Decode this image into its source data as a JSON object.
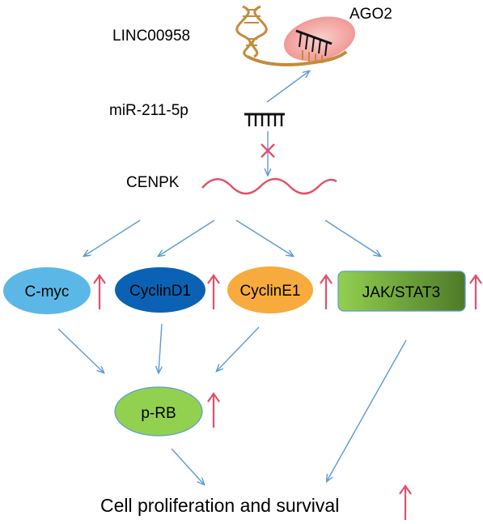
{
  "labels": {
    "lncrna": "LINC00958",
    "ago2": "AGO2",
    "mirna": "miR-211-5p",
    "cenpk": "CENPK",
    "outcome": "Cell proliferation and survival"
  },
  "nodes": {
    "cmyc": "C-myc",
    "cyclind1": "CyclinD1",
    "cycline1": "CyclinE1",
    "jakstat3": "JAK/STAT3",
    "prb": "p-RB"
  },
  "colors": {
    "cmyc_fill": "#5bb8e6",
    "cyclind1_fill": "#0b62b4",
    "cycline1_fill": "#f7ab3c",
    "jak_fill_start": "#92d050",
    "jak_fill_end": "#4e7a28",
    "prb_fill": "#92d050",
    "edge_arrow": "#5b9bd5",
    "up_arrow": "#e0506a",
    "inhibit_mark": "#e0506a",
    "cenpk_wave": "#e0506a",
    "rna_strand": "#c48b3c",
    "ago2_fill": "#f6b8b6"
  }
}
